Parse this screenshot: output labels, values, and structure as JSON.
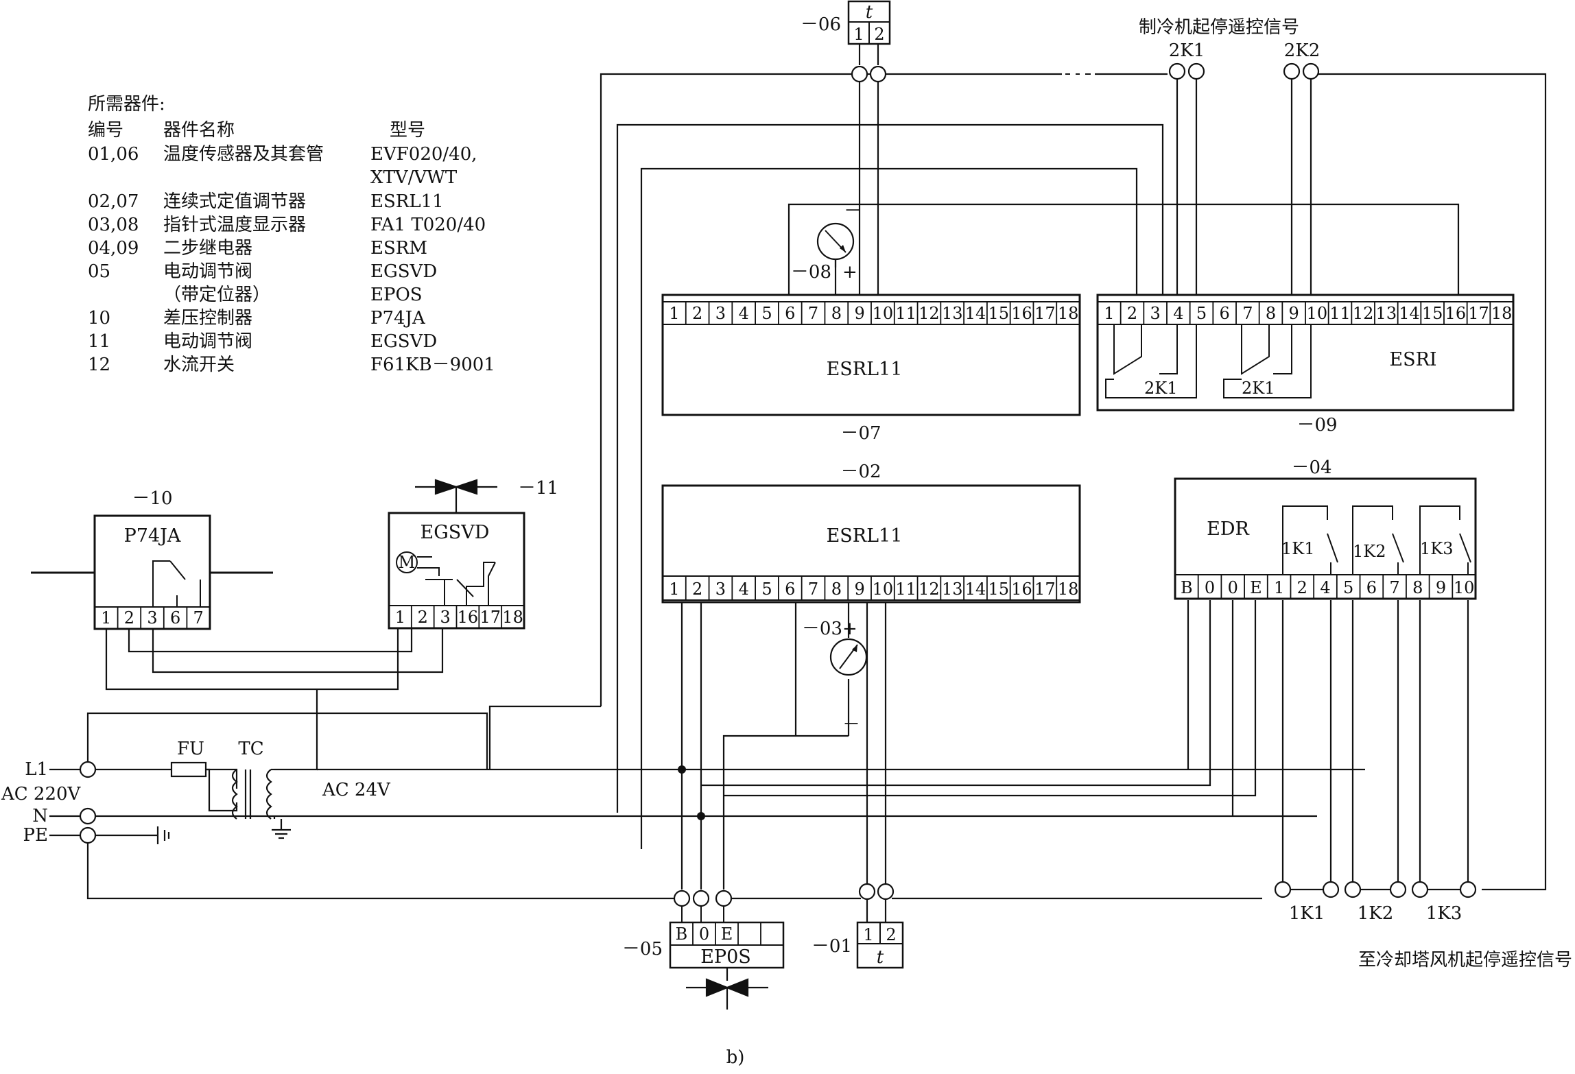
{
  "parts_list": {
    "heading": "所需器件:",
    "col_id": "编号",
    "col_name": "器件名称",
    "col_model": "型号",
    "rows": [
      {
        "id": "01,06",
        "name": "温度传感器及其套管",
        "model": "EVF020/40,"
      },
      {
        "id": "",
        "name": "",
        "model": "XTV/VWT"
      },
      {
        "id": "02,07",
        "name": "连续式定值调节器",
        "model": "ESRL11"
      },
      {
        "id": "03,08",
        "name": "指针式温度显示器",
        "model": "FA1 T020/40"
      },
      {
        "id": "04,09",
        "name": "二步继电器",
        "model": "ESRM"
      },
      {
        "id": "05",
        "name": "电动调节阀",
        "model": "EGSVD"
      },
      {
        "id": "",
        "name": "（带定位器）",
        "model": "EPOS"
      },
      {
        "id": "10",
        "name": "差压控制器",
        "model": "P74JA"
      },
      {
        "id": "11",
        "name": "电动调节阀",
        "model": "EGSVD"
      },
      {
        "id": "12",
        "name": "水流开关",
        "model": "F61KB－9001"
      }
    ]
  },
  "labels": {
    "chiller_signal": "制冷机起停遥控信号",
    "tower_signal": "至冷却塔风机起停遥控信号",
    "caption": "b)",
    "ac24": "AC 24V",
    "l1": "L1",
    "ac220": "AC 220V",
    "n": "N",
    "pe": "PE",
    "fu": "FU",
    "tc": "TC",
    "plus": "+",
    "minus": "－"
  },
  "devices": {
    "esrl11_07": {
      "id": "－07",
      "name": "ESRL11"
    },
    "esri_09": {
      "id": "－09",
      "name": "ESRI"
    },
    "esrl11_02": {
      "id": "－02",
      "name": "ESRL11"
    },
    "edr_04": {
      "id": "－04",
      "name": "EDR"
    },
    "p74ja_10": {
      "id": "－10",
      "name": "P74JA"
    },
    "egsvd_11": {
      "id": "－11",
      "name": "EGSVD"
    },
    "epos_05": {
      "id": "－05",
      "name": "EP0S"
    },
    "sensor_06": {
      "id": "－06",
      "symbol": "t"
    },
    "sensor_01": {
      "id": "－01",
      "symbol": "t"
    },
    "gauge_08": {
      "id": "－08"
    },
    "gauge_03": {
      "id": "－03"
    }
  },
  "terminals": {
    "controller": [
      "1",
      "2",
      "3",
      "4",
      "5",
      "6",
      "7",
      "8",
      "9",
      "10",
      "11",
      "12",
      "13",
      "14",
      "15",
      "16",
      "17",
      "18"
    ],
    "sensor": [
      "1",
      "2"
    ],
    "edr": [
      "B",
      "0",
      "0",
      "E",
      "1",
      "2",
      "4",
      "5",
      "6",
      "7",
      "8",
      "9",
      "10"
    ],
    "p74ja": [
      "1",
      "2",
      "3",
      "6",
      "7"
    ],
    "egsvd": [
      "1",
      "2",
      "3",
      "16",
      "17",
      "18"
    ],
    "epos": [
      "B",
      "0",
      "E"
    ]
  },
  "contacts": {
    "relay_2k1": "2K1",
    "relay_2k2": "2K2",
    "relay_1k1": "1K1",
    "relay_1k2": "1K2",
    "relay_1k3": "1K3"
  }
}
